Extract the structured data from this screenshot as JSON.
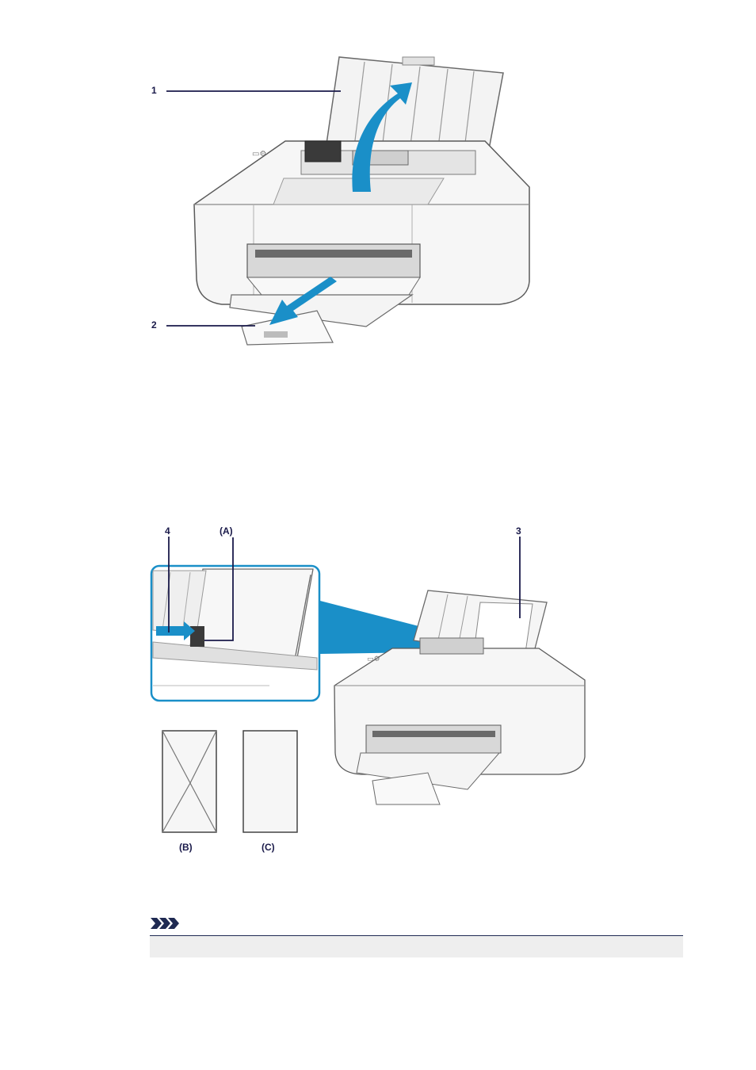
{
  "figure1": {
    "callouts": [
      {
        "label": "1"
      },
      {
        "label": "2"
      }
    ]
  },
  "figure2": {
    "callouts": [
      {
        "label": "4"
      },
      {
        "label": "(A)"
      },
      {
        "label": "3"
      },
      {
        "label": "(B)"
      },
      {
        "label": "(C)"
      }
    ]
  },
  "note": {
    "icon": "note-chevrons-icon"
  },
  "colors": {
    "accent_arrow": "#1a8fc8",
    "callout_line": "#1a1a4a",
    "note_rule": "#1f2a52",
    "note_background": "#eeeeee"
  }
}
